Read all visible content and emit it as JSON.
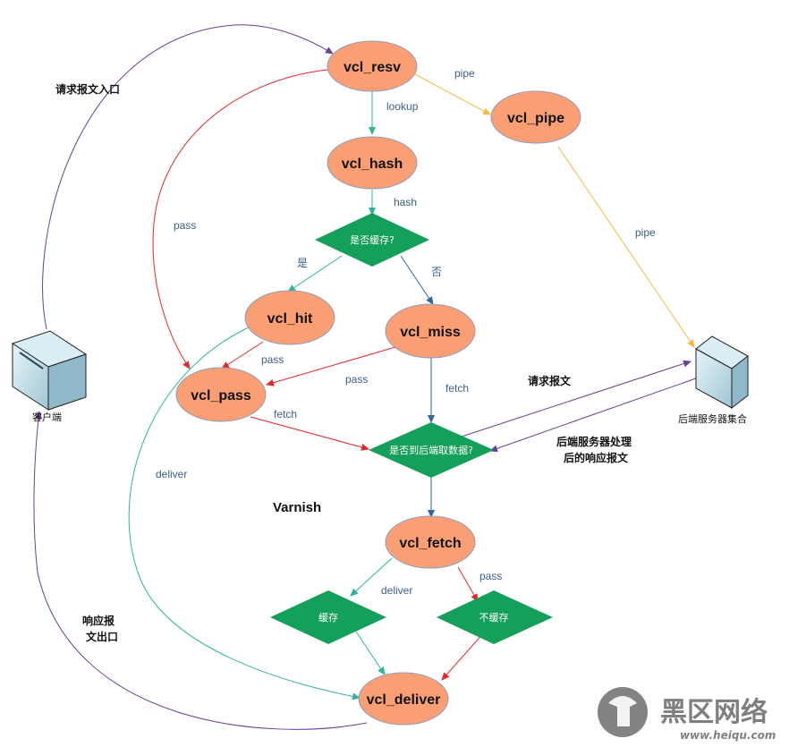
{
  "nodes": {
    "vcl_resv": "vcl_resv",
    "vcl_pipe": "vcl_pipe",
    "vcl_hash": "vcl_hash",
    "vcl_hit": "vcl_hit",
    "vcl_miss": "vcl_miss",
    "vcl_pass": "vcl_pass",
    "vcl_fetch": "vcl_fetch",
    "vcl_deliver": "vcl_deliver"
  },
  "decisions": {
    "cached": "是否缓存?",
    "fetch_backend": "是否到后端取数据?",
    "cache": "缓存",
    "no_cache": "不缓存"
  },
  "edges": {
    "pipe1": "pipe",
    "lookup": "lookup",
    "hash": "hash",
    "pass_resv": "pass",
    "pipe2": "pipe",
    "yes": "是",
    "no": "否",
    "pass_hit": "pass",
    "pass_miss": "pass",
    "fetch_miss": "fetch",
    "fetch_pass": "fetch",
    "deliver_hit": "deliver",
    "deliver_fetch": "deliver",
    "pass_fetch": "pass"
  },
  "notes": {
    "request_entry": "请求报文入口",
    "client": "客户端",
    "backend": "后端服务器集合",
    "request_msg": "请求报文",
    "backend_resp_1": "后端服务器处理",
    "backend_resp_2": "后的响应报文",
    "response_exit_1": "响应报",
    "response_exit_2": "文出口",
    "varnish": "Varnish"
  },
  "watermark": {
    "title": "黑区网络",
    "url": "www.heiqu.com"
  },
  "colors": {
    "node_fill": "#FA9E73",
    "node_stroke": "#8D9FBF",
    "decision_fill": "#14A05A",
    "red": "#E8262A",
    "teal": "#2DB39A",
    "blue": "#336699",
    "orange": "#F4B942",
    "purple": "#6A3D9A"
  }
}
